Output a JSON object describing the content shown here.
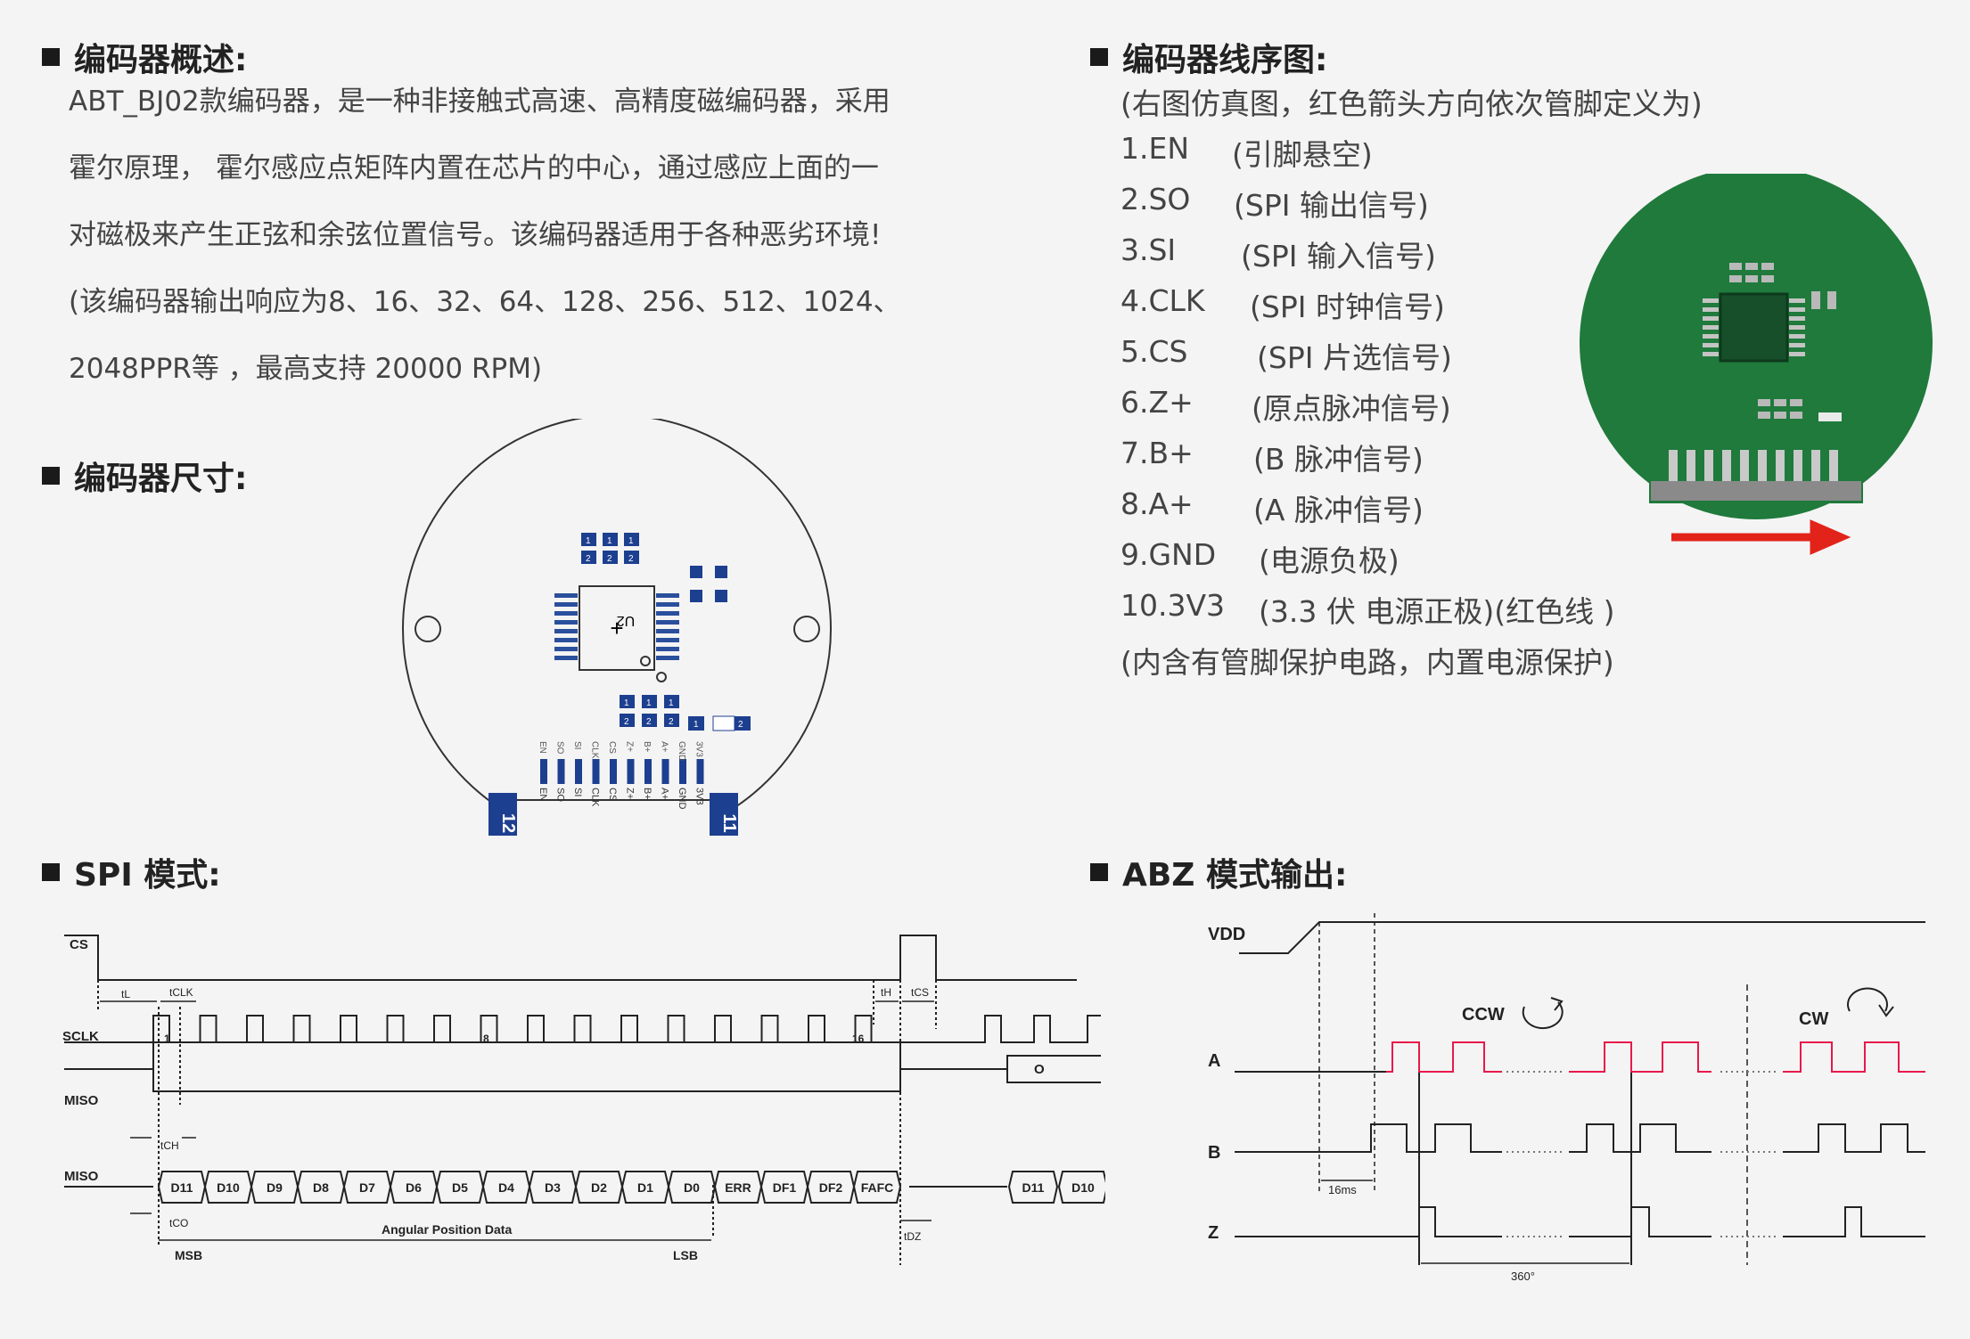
{
  "overview": {
    "title": "编码器概述:",
    "lines": [
      "ABT_BJ02款编码器，是一种非接触式高速、高精度磁编码器，采用",
      "霍尔原理， 霍尔感应点矩阵内置在芯片的中心，通过感应上面的一",
      "对磁极来产生正弦和余弦位置信号。该编码器适用于各种恶劣环境!",
      "(该编码器输出响应为8、16、32、64、128、256、512、1024、",
      "2048PPR等 ，最高支持 20000 RPM)"
    ]
  },
  "pinout": {
    "title": "编码器线序图:",
    "intro": "(右图仿真图，红色箭头方向依次管脚定义为)",
    "pins": [
      {
        "num": "1.EN",
        "desc": "(引脚悬空)"
      },
      {
        "num": "2.SO",
        "desc": "(SPI 输出信号)"
      },
      {
        "num": "3.SI",
        "desc": "(SPI 输入信号)"
      },
      {
        "num": "4.CLK",
        "desc": "(SPI 时钟信号)"
      },
      {
        "num": "5.CS",
        "desc": "(SPI 片选信号)"
      },
      {
        "num": "6.Z+",
        "desc": "(原点脉冲信号)"
      },
      {
        "num": "7.B+",
        "desc": "(B 脉冲信号)"
      },
      {
        "num": "8.A+",
        "desc": "(A 脉冲信号)"
      },
      {
        "num": "9.GND",
        "desc": "(电源负极)"
      },
      {
        "num": "10.3V3",
        "desc": "(3.3 伏 电源正极)(红色线 )"
      }
    ],
    "note": "(内含有管脚保护电路，内置电源保护)"
  },
  "dimensions": {
    "title": "编码器尺寸:",
    "chip_label": "U2",
    "pad_labels_top": [
      "EN",
      "SO",
      "SI",
      "CLK",
      "CS",
      "Z+",
      "B+",
      "A+",
      "GND",
      "3V3"
    ],
    "pad_labels_bottom": [
      "EN",
      "SO",
      "SI",
      "CLK",
      "CS",
      "Z+",
      "B+",
      "A+",
      "GND",
      "3V3"
    ],
    "corner_left": "12",
    "corner_right": "11",
    "smd_1": "1",
    "smd_2": "2"
  },
  "spi": {
    "title": "SPI 模式:",
    "cs": "CS",
    "sclk": "SCLK",
    "miso1": "MISO",
    "miso2": "MISO",
    "tL": "tL",
    "tCLK": "tCLK",
    "tH": "tH",
    "tCS": "tCS",
    "tCH": "tCH",
    "tCO": "tCO",
    "tDZ": "tDZ",
    "clk_1": "1",
    "clk_8": "8",
    "clk_16": "16",
    "hiz": "O",
    "bits": [
      "D11",
      "D10",
      "D9",
      "D8",
      "D7",
      "D6",
      "D5",
      "D4",
      "D3",
      "D2",
      "D1",
      "D0",
      "ERR",
      "DF1",
      "DF2",
      "FAFC"
    ],
    "next_bits": [
      "D11",
      "D10"
    ],
    "angular": "Angular Position Data",
    "msb": "MSB",
    "lsb": "LSB"
  },
  "abz": {
    "title": "ABZ 模式输出:",
    "vdd": "VDD",
    "a": "A",
    "b": "B",
    "z": "Z",
    "ccw": "CCW",
    "cw": "CW",
    "t16": "16ms",
    "deg": "360°"
  },
  "colors": {
    "pcb_green": "#237a3e",
    "arrow_red": "#e2231a",
    "pad_blue": "#1d3f8f",
    "edge_red": "#e8194a"
  }
}
